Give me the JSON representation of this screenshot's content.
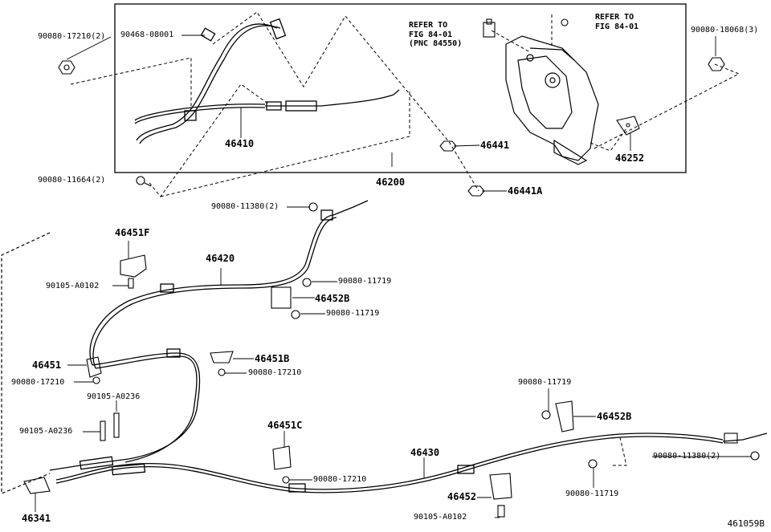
{
  "diagram": {
    "figure_code": "461059B",
    "labels": {
      "p90080_17210_2": "90080-17210(2)",
      "p90468_08001": "90468-08001",
      "p46410": "46410",
      "p90080_11664_2": "90080-11664(2)",
      "p46200": "46200",
      "p46441": "46441",
      "p46441A": "46441A",
      "p46252": "46252",
      "p90080_18068_3": "90080-18068(3)",
      "p90080_11380_2_top": "90080-11380(2)",
      "p46451F": "46451F",
      "p46420": "46420",
      "p90105_A0102_top": "90105-A0102",
      "p90080_11719_a": "90080-11719",
      "p46452B_top": "46452B",
      "p90080_11719_b": "90080-11719",
      "p46451": "46451",
      "p90080_17210_left": "90080-17210",
      "p46451B": "46451B",
      "p90080_17210_mid": "90080-17210",
      "p90105_A0236_a": "90105-A0236",
      "p90105_A0236_b": "90105-A0236",
      "p46451C": "46451C",
      "p90080_17210_low": "90080-17210",
      "p46430": "46430",
      "p90080_11719_c": "90080-11719",
      "p46452B_right": "46452B",
      "p90080_11380_2_right": "90080-11380(2)",
      "p90080_11719_d": "90080-11719",
      "p46452": "46452",
      "p90105_A0102_low": "90105-A0102",
      "p46341": "46341"
    },
    "refer_left": [
      "REFER TO",
      "FIG 84-01",
      "(PNC 84550)"
    ],
    "refer_right": [
      "REFER TO",
      "FIG 84-01"
    ]
  }
}
